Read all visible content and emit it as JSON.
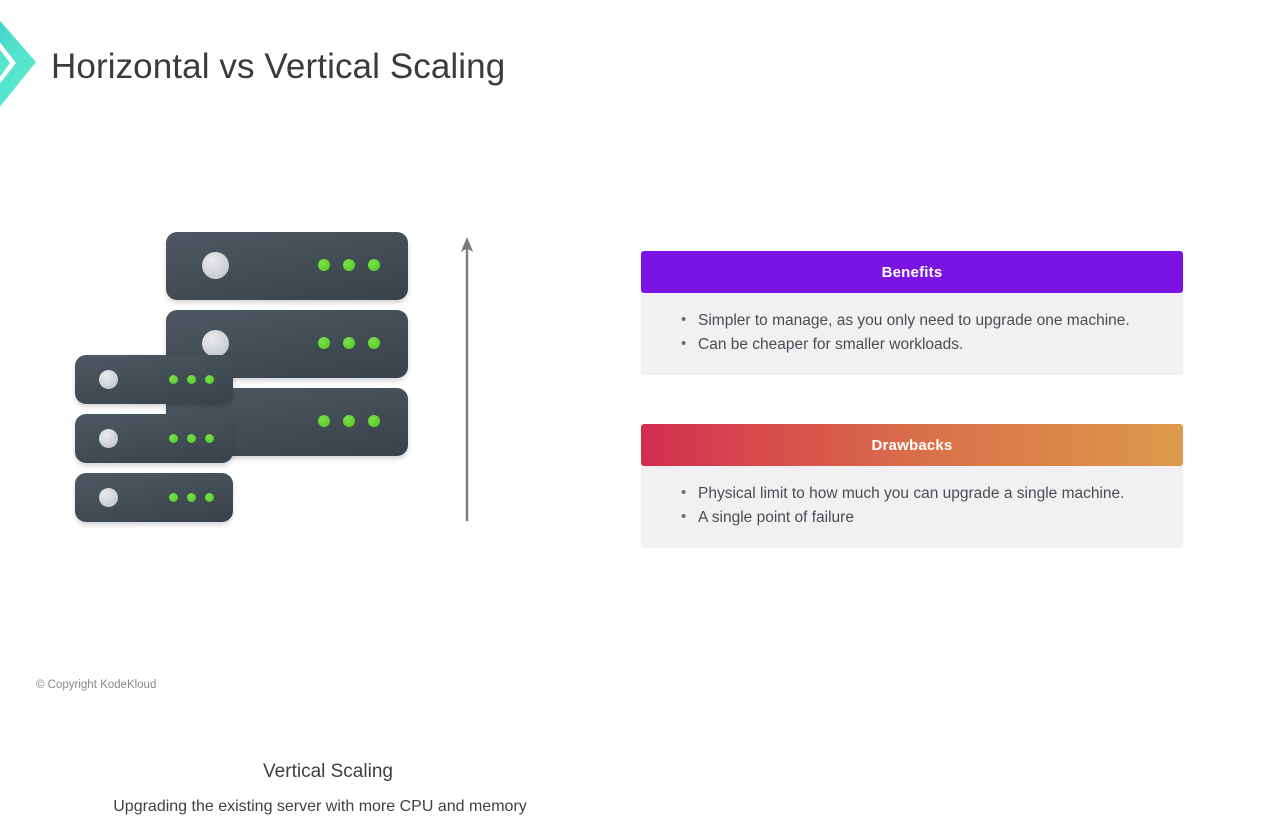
{
  "slide": {
    "title": "Horizontal vs Vertical Scaling",
    "background_color": "#ffffff",
    "brand_icon": "chevron-right-logo",
    "brand_color_start": "#3fc9c2",
    "brand_color_end": "#5ef2cd"
  },
  "illustration": {
    "name": "server-stack-illustration",
    "caption_title": "Vertical Scaling",
    "caption_subtitle": "Upgrading the existing server with more CPU and memory",
    "arrow_icon": "upward-arrow-icon",
    "arrow_color": "#7c7c80",
    "server_body_color": "#454f58",
    "led_color": "#5dcf2c",
    "disc_color": "#c9ccd1",
    "large_servers": [
      {
        "label": "large-server-1",
        "leds": 3
      },
      {
        "label": "large-server-2",
        "leds": 3
      },
      {
        "label": "large-server-3",
        "leds": 3
      }
    ],
    "small_servers": [
      {
        "label": "small-server-1",
        "leds": 3
      },
      {
        "label": "small-server-2",
        "leds": 3
      },
      {
        "label": "small-server-3",
        "leds": 3
      }
    ]
  },
  "panels": [
    {
      "id": "benefits",
      "title": "Benefits",
      "header_color_start": "#7b14e2",
      "header_color_end": "#7b14e2",
      "body_color": "#f2f0f3",
      "items": [
        "Simpler to manage, as you only need to upgrade one machine.",
        "Can be cheaper for smaller workloads."
      ]
    },
    {
      "id": "drawbacks",
      "title": "Drawbacks",
      "header_color_start": "#d22d4e",
      "header_color_end": "#dd9a4c",
      "body_color": "#f2f0f3",
      "items": [
        "Physical limit to how much you can upgrade a single machine.",
        "A single point of failure"
      ]
    }
  ],
  "footer": {
    "copyright": "© Copyright KodeKloud"
  }
}
